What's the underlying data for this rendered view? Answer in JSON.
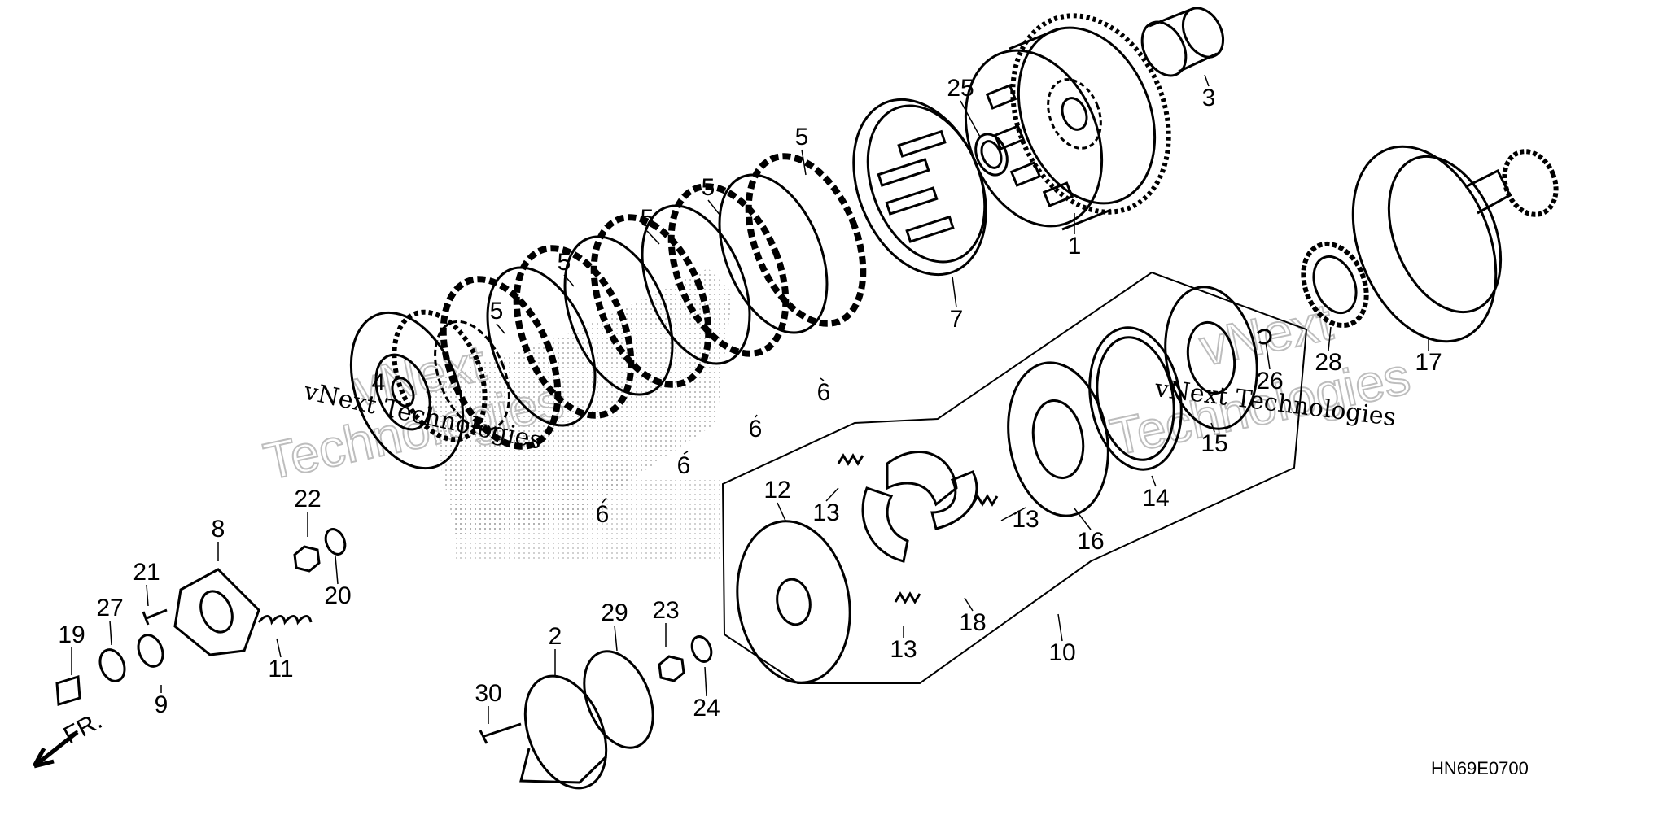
{
  "diagram": {
    "part_numbers": [
      "1",
      "2",
      "3",
      "4",
      "5",
      "6",
      "7",
      "8",
      "9",
      "10",
      "11",
      "12",
      "13",
      "14",
      "15",
      "16",
      "17",
      "18",
      "19",
      "20",
      "21",
      "22",
      "23",
      "24",
      "25",
      "26",
      "27",
      "28",
      "29",
      "30"
    ],
    "code": "HN69E0700",
    "front_marker": "FR.",
    "watermark_line": "vNext Technologies",
    "watermark_big_1": "vNext",
    "watermark_big_2": "Technologies",
    "colors": {
      "line": "#000000",
      "background": "#ffffff",
      "watermark": "#bdbdbd"
    }
  }
}
